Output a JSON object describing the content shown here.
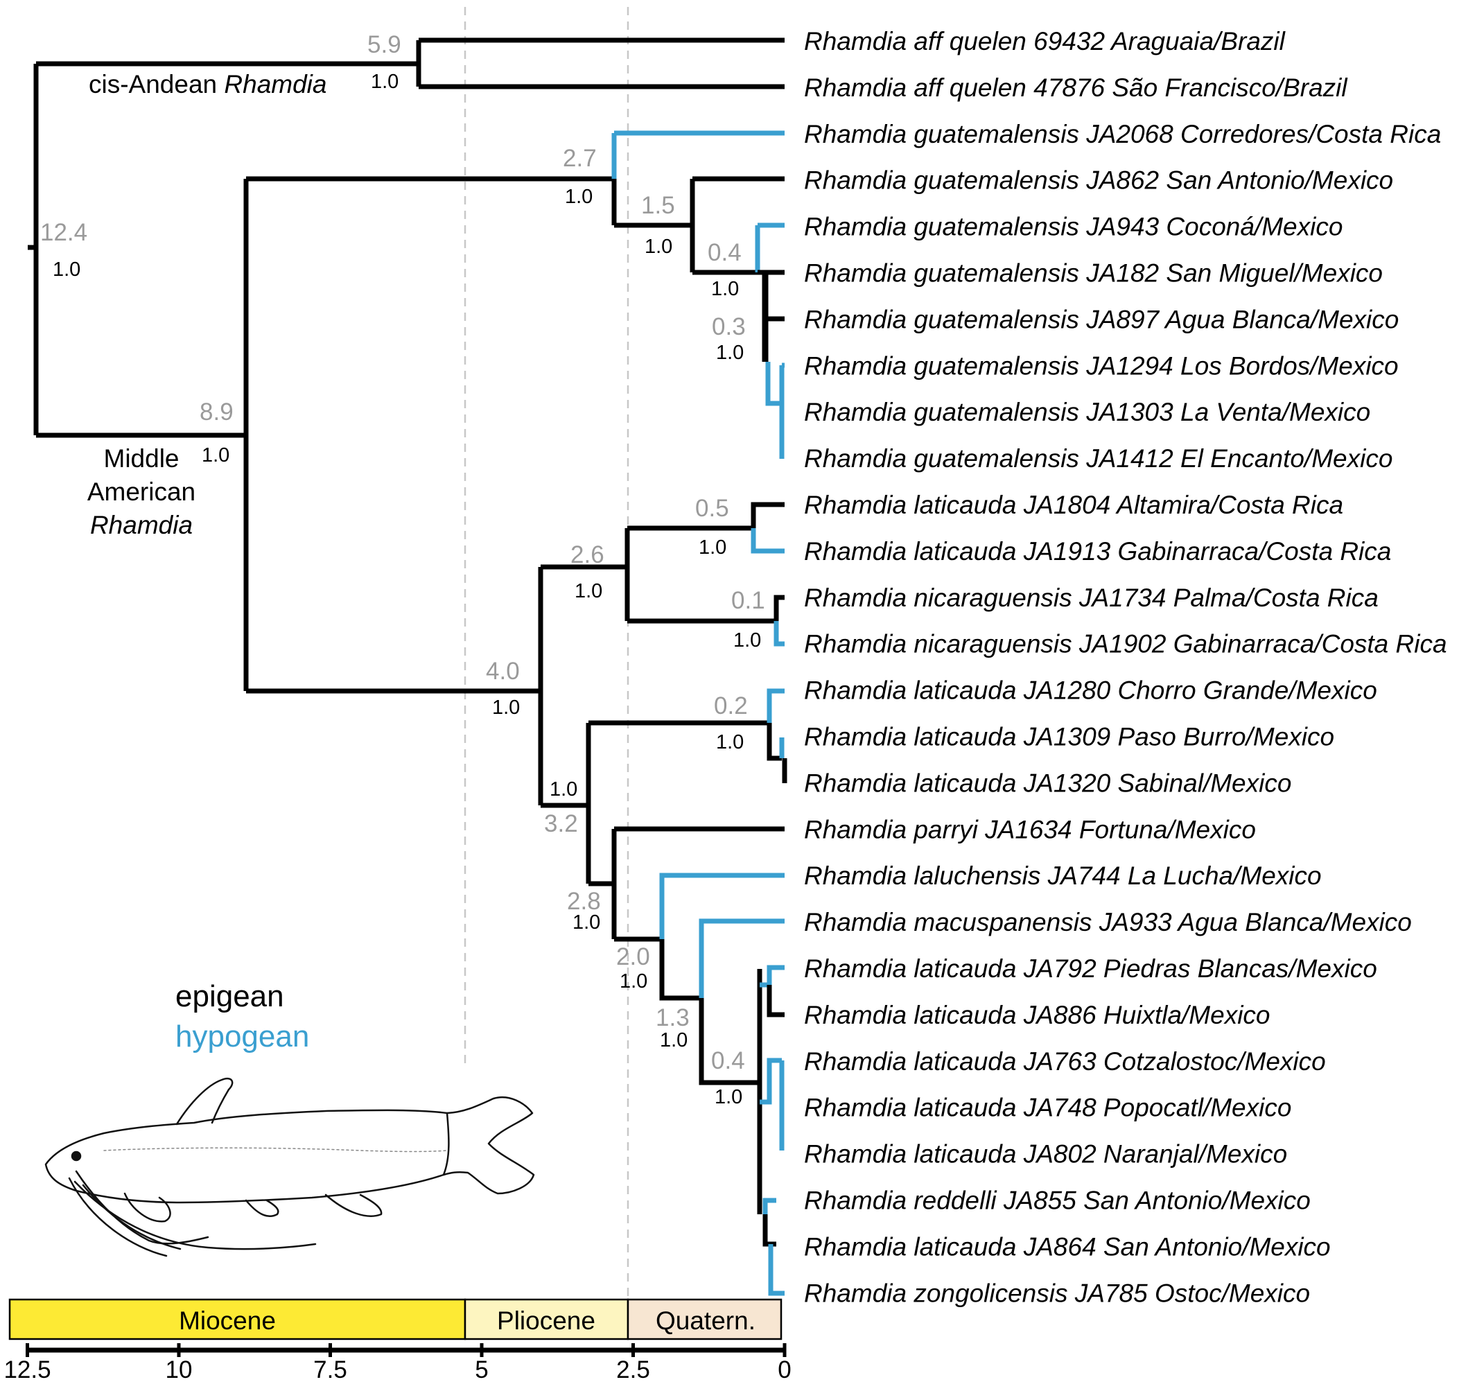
{
  "colors": {
    "epigean": "#000000",
    "hypogean": "#3a9fd0",
    "age_label": "#9a9a9a",
    "miocene": "#fdea34",
    "pliocene": "#fdf5c0",
    "quaternary": "#f7e6d2"
  },
  "legend": {
    "epigean": "epigean",
    "hypogean": "hypogean"
  },
  "groups": {
    "cis_andean_prefix": "cis-Andean ",
    "cis_andean_genus": "Rhamdia",
    "middle_line1": "Middle",
    "middle_line2": "American",
    "middle_line3": "Rhamdia"
  },
  "taxa": [
    "Rhamdia aff quelen 69432 Araguaia/Brazil",
    "Rhamdia aff quelen 47876 São Francisco/Brazil",
    "Rhamdia guatemalensis JA2068 Corredores/Costa Rica",
    "Rhamdia guatemalensis JA862 San Antonio/Mexico",
    "Rhamdia guatemalensis JA943 Coconá/Mexico",
    "Rhamdia guatemalensis JA182 San Miguel/Mexico",
    "Rhamdia guatemalensis JA897 Agua Blanca/Mexico",
    "Rhamdia guatemalensis JA1294 Los Bordos/Mexico",
    "Rhamdia guatemalensis JA1303 La Venta/Mexico",
    "Rhamdia guatemalensis JA1412 El Encanto/Mexico",
    "Rhamdia laticauda JA1804 Altamira/Costa Rica",
    "Rhamdia laticauda JA1913 Gabinarraca/Costa Rica",
    "Rhamdia nicaraguensis JA1734 Palma/Costa Rica",
    "Rhamdia nicaraguensis JA1902 Gabinarraca/Costa Rica",
    "Rhamdia laticauda JA1280 Chorro Grande/Mexico",
    "Rhamdia laticauda JA1309 Paso Burro/Mexico",
    "Rhamdia laticauda JA1320 Sabinal/Mexico",
    "Rhamdia parryi JA1634 Fortuna/Mexico",
    "Rhamdia laluchensis JA744 La Lucha/Mexico",
    "Rhamdia macuspanensis JA933 Agua Blanca/Mexico",
    "Rhamdia laticauda JA792 Piedras Blancas/Mexico",
    "Rhamdia laticauda JA886 Huixtla/Mexico",
    "Rhamdia laticauda JA763 Cotzalostoc/Mexico",
    "Rhamdia laticauda JA748 Popocatl/Mexico",
    "Rhamdia laticauda JA802 Naranjal/Mexico",
    "Rhamdia reddelli JA855 San Antonio/Mexico",
    "Rhamdia laticauda JA864 San Antonio/Mexico",
    "Rhamdia zongolicensis JA785 Ostoc/Mexico"
  ],
  "nodes": [
    {
      "age": "12.4",
      "pp": "1.0"
    },
    {
      "age": "5.9",
      "pp": "1.0"
    },
    {
      "age": "8.9",
      "pp": "1.0"
    },
    {
      "age": "2.7",
      "pp": "1.0"
    },
    {
      "age": "1.5",
      "pp": "1.0"
    },
    {
      "age": "0.4",
      "pp": "1.0"
    },
    {
      "age": "0.3",
      "pp": "1.0"
    },
    {
      "age": "4.0",
      "pp": "1.0"
    },
    {
      "age": "2.6",
      "pp": "1.0"
    },
    {
      "age": "0.5",
      "pp": "1.0"
    },
    {
      "age": "0.1",
      "pp": "1.0"
    },
    {
      "age": "3.2",
      "pp": "1.0"
    },
    {
      "age": "0.2",
      "pp": "1.0"
    },
    {
      "age": "2.8",
      "pp": "1.0"
    },
    {
      "age": "2.0",
      "pp": "1.0"
    },
    {
      "age": "1.3",
      "pp": "1.0"
    },
    {
      "age": "0.4",
      "pp": "1.0"
    }
  ],
  "timescale": {
    "epochs": [
      {
        "name": "Miocene",
        "from": 12.5,
        "to": 5.333
      },
      {
        "name": "Pliocene",
        "from": 5.333,
        "to": 2.58
      },
      {
        "name": "Quatern.",
        "from": 2.58,
        "to": 0
      }
    ],
    "ticks": [
      "12.5",
      "10",
      "7.5",
      "5",
      "2.5",
      "0"
    ],
    "unit_ticks": [
      12.5,
      10,
      7.5,
      5,
      2.5,
      0
    ]
  }
}
